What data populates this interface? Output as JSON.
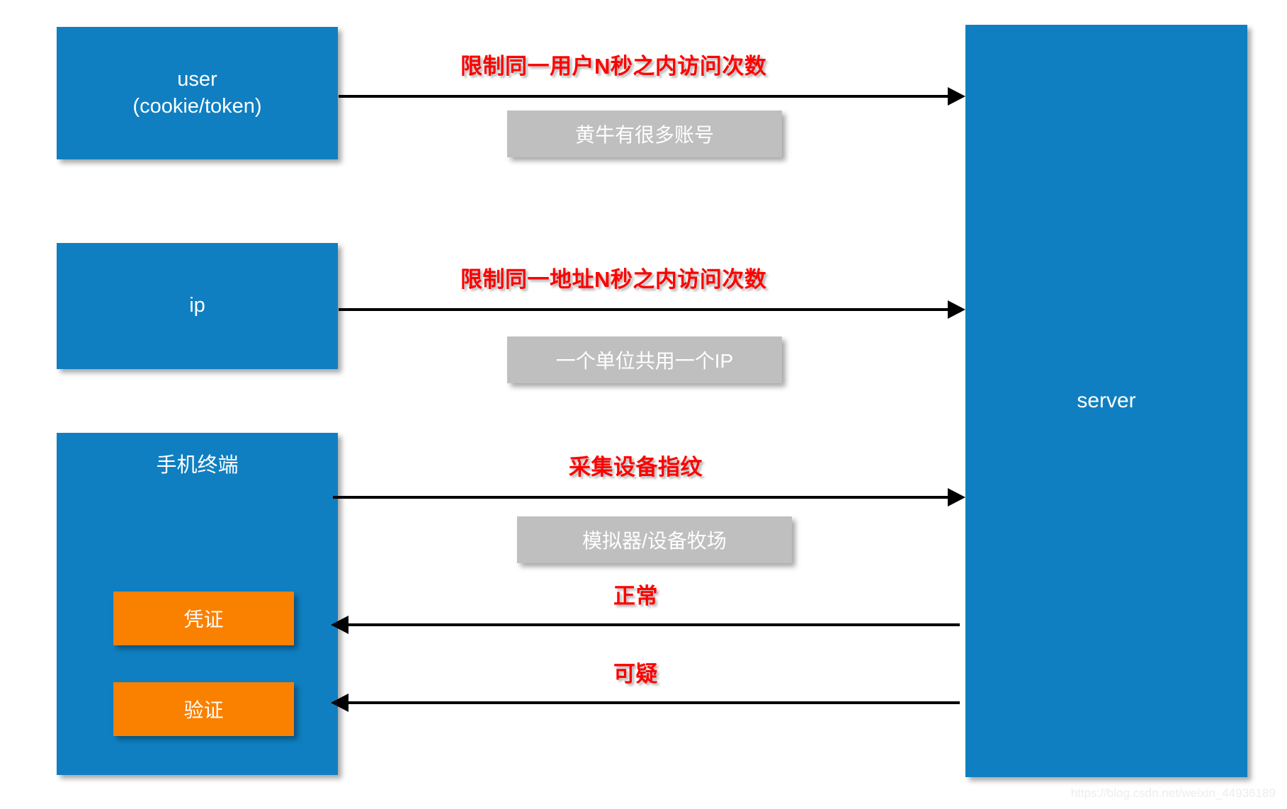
{
  "diagram": {
    "nodes": {
      "user": {
        "label": "user\n(cookie/token)",
        "line1": "user",
        "line2": "(cookie/token)",
        "color": "#0F7FC1"
      },
      "ip": {
        "label": "ip",
        "color": "#0F7FC1"
      },
      "mobile": {
        "label": "手机终端",
        "color": "#0F7FC1"
      },
      "server": {
        "label": "server",
        "color": "#0F7FC1"
      },
      "voucher": {
        "label": "凭证",
        "color": "#FA8000"
      },
      "verify": {
        "label": "验证",
        "color": "#FA8000"
      }
    },
    "arrow_labels": {
      "limit_user": "限制同一用户N秒之内访问次数",
      "limit_ip": "限制同一地址N秒之内访问次数",
      "collect_fingerprint": "采集设备指纹",
      "normal": "正常",
      "suspicious": "可疑"
    },
    "notes": {
      "scalper_accounts": "黄牛有很多账号",
      "shared_ip": "一个单位共用一个IP",
      "emulator_farm": "模拟器/设备牧场"
    },
    "colors": {
      "blue": "#0F7FC1",
      "orange": "#FA8000",
      "gray": "#BFBFBF",
      "red_label": "#FF0000",
      "arrow": "#000000",
      "background": "#FFFFFF"
    },
    "watermark": "https://blog.csdn.net/weixin_44936189"
  }
}
